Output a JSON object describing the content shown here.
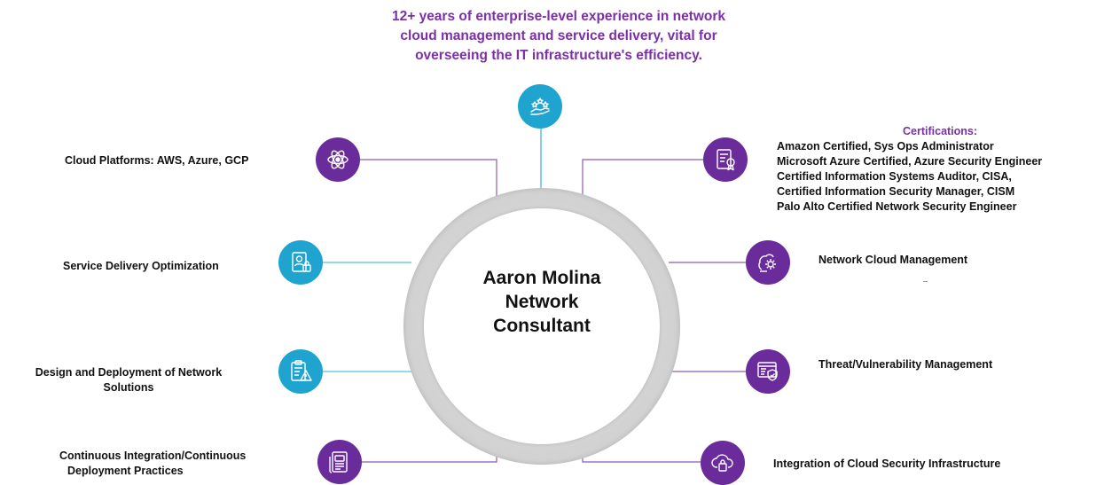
{
  "headline": [
    "12+ years of enterprise-level experience in network",
    "cloud management and service delivery, vital for",
    "overseeing the IT infrastructure's efficiency."
  ],
  "center": {
    "line1": "Aaron Molina",
    "line2": "Network",
    "line3": "Consultant"
  },
  "left_items": {
    "cloud": "Cloud Platforms: AWS, Azure, GCP",
    "service": "Service Delivery Optimization",
    "design_1": "Design and Deployment of Network",
    "design_2": "Solutions",
    "ci_1": "Continuous Integration/Continuous",
    "ci_2": "Deployment Practices"
  },
  "right_items": {
    "network": "Network Cloud Management",
    "threat": "Threat/Vulnerability Management",
    "integration": "Integration of Cloud Security Infrastructure"
  },
  "certifications": {
    "title": "Certifications:",
    "items": [
      "Amazon Certified, Sys Ops Administrator",
      "Microsoft Azure Certified, Azure Security Engineer",
      "Certified Information Systems Auditor, CISA,",
      "Certified Information Security Manager, CISM",
      "Palo Alto Certified Network Security Engineer"
    ]
  },
  "colors": {
    "headline": "#7B2FA8",
    "purple_node": "#6A2C9B",
    "blue_node": "#1FA4CF",
    "purple_line": "#8E5BB5",
    "blue_line": "#5BC0DE"
  },
  "icons": {
    "top": "hand-stars-icon",
    "cloud": "atom-icon",
    "service": "user-badge-lock-icon",
    "design": "clipboard-alert-icon",
    "ci": "document-cards-icon",
    "cert": "certificate-icon",
    "network": "brain-gear-icon",
    "threat": "browser-shield-icon",
    "integration": "cloud-lock-icon"
  }
}
